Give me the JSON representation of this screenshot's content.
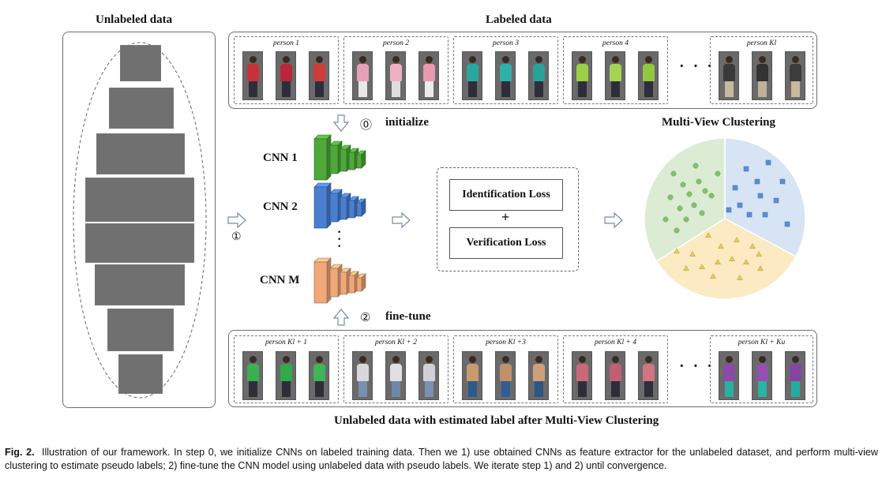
{
  "headings": {
    "unlabeled": "Unlabeled data",
    "labeled": "Labeled data",
    "clustering": "Multi-View Clustering",
    "bottom": "Unlabeled data with estimated label after Multi-View Clustering"
  },
  "steps": {
    "step0_marker": "⓪",
    "step0_label": "initialize",
    "step1_marker": "①",
    "step2_marker": "②",
    "step2_label": "fine-tune"
  },
  "cnn": {
    "cnn1": "CNN 1",
    "cnn2": "CNN 2",
    "cnnm": "CNN M",
    "vdots": "·\n·\n·",
    "colors": {
      "cnn1": "#4ea83a",
      "cnn2": "#4a7fd0",
      "cnnm": "#f0a878"
    }
  },
  "loss": {
    "identification": "Identification Loss",
    "plus": "+",
    "verification": "Verification Loss"
  },
  "labeled_groups": [
    "person 1",
    "person 2",
    "person 3",
    "person 4",
    "person Kl"
  ],
  "unlabeled_groups": [
    "person Kl + 1",
    "person Kl + 2",
    "person Kl +3",
    "person Kl + 4",
    "person Kl + Ku"
  ],
  "ellipsis": "· · ·",
  "clusters": {
    "green": "#dcebd3",
    "blue": "#d6e4f4",
    "yellow": "#fbeac2",
    "marker_green": "#82c36b",
    "marker_blue": "#5a8fd6",
    "marker_yellow": "#e6cc5a"
  },
  "caption": {
    "label": "Fig. 2.",
    "text": "Illustration of our framework. In step 0, we initialize CNNs on labeled training data. Then we 1) use obtained CNNs as feature extractor for the unlabeled dataset, and perform multi-view clustering to estimate pseudo labels; 2) fine-tune the CNN model using unlabeled data with pseudo labels. We iterate step 1) and 2) until convergence."
  }
}
